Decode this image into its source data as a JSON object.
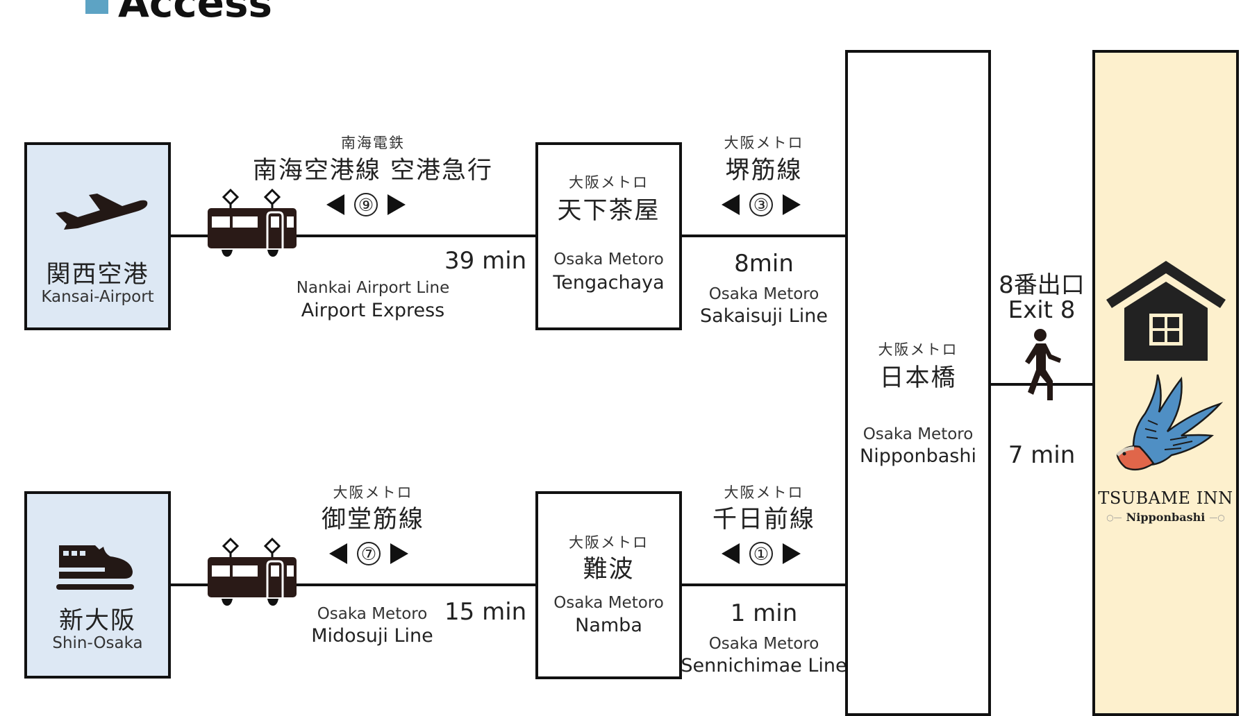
{
  "header": {
    "title": "Access",
    "accent_color": "#5da3c4"
  },
  "colors": {
    "origin_box": "#dde8f4",
    "hotel_box": "#fdf0cd",
    "line": "#111111",
    "swallow_blue": "#4f8fc4",
    "swallow_red": "#e0664a"
  },
  "origins": [
    {
      "jp": "関西空港",
      "en": "Kansai-Airport",
      "icon": "airplane-icon"
    },
    {
      "jp": "新大阪",
      "en": "Shin-Osaka",
      "icon": "shinkansen-icon"
    }
  ],
  "routes": {
    "top_leg1": {
      "operator_jp": "南海電鉄",
      "line_jp": "南海空港線 空港急行",
      "stops": "⑨",
      "time": "39 min",
      "en_line1": "Nankai Airport Line",
      "en_line2": "Airport Express"
    },
    "top_leg2": {
      "operator_jp": "大阪メトロ",
      "line_jp": "堺筋線",
      "stops": "③",
      "time": "8min",
      "en_line1": "Osaka Metoro",
      "en_line2": "Sakaisuji Line"
    },
    "bottom_leg1": {
      "operator_jp": "大阪メトロ",
      "line_jp": "御堂筋線",
      "stops": "⑦",
      "time": "15 min",
      "en_line1": "Osaka Metoro",
      "en_line2": "Midosuji Line"
    },
    "bottom_leg2": {
      "operator_jp": "大阪メトロ",
      "line_jp": "千日前線",
      "stops": "①",
      "time": "1 min",
      "en_line1": "Osaka Metoro",
      "en_line2": "Sennichimae Line"
    }
  },
  "stations": {
    "tengachaya": {
      "operator_jp": "大阪メトロ",
      "jp": "天下茶屋",
      "en_line1": "Osaka Metoro",
      "en_line2": "Tengachaya"
    },
    "namba": {
      "operator_jp": "大阪メトロ",
      "jp": "難波",
      "en_line1": "Osaka Metoro",
      "en_line2": "Namba"
    },
    "nipponbashi": {
      "operator_jp": "大阪メトロ",
      "jp": "日本橋",
      "en_line1": "Osaka Metoro",
      "en_line2": "Nipponbashi"
    }
  },
  "walk": {
    "exit_jp": "8番出口",
    "exit_en": "Exit 8",
    "time": "7 min"
  },
  "hotel": {
    "name": "TSUBAME INN",
    "sub": "Nipponbashi",
    "deco_left": "○—",
    "deco_right": "—○"
  }
}
